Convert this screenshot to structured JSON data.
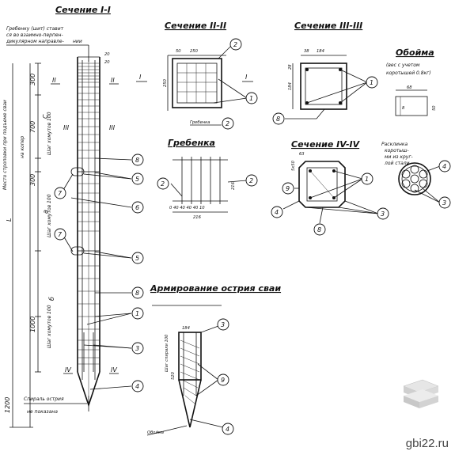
{
  "section_titles": {
    "s1": "Сечение I-I",
    "s2": "Сечение II-II",
    "s3": "Сечение III-III",
    "s4": "Сечение IV-IV",
    "comb": "Гребенка",
    "clip": "Обойма",
    "tip": "Армирование острия сваи"
  },
  "notes": {
    "comb_note_1": "Гребенку (шит) ставит",
    "comb_note_2": "ся во взаимно-перпен-",
    "comb_note_3": "дикулярном направле-",
    "comb_note_4": "нии",
    "sling_1": "Место строповки при подъеме сваи",
    "sling_2": "на копер",
    "spiral_1": "Спираль острия",
    "spiral_2": "не показана",
    "clip_1": "(вес с учетом",
    "clip_2": "коротышей 0.8кг)",
    "short_1": "Расклинка",
    "short_2": "коротыш-",
    "short_3": "ми из круг-",
    "short_4": "лой стали",
    "comb_label": "Гребенка",
    "clip_label": "Обойма"
  },
  "dims": {
    "d20a": "20",
    "d20b": "20",
    "d300": "300",
    "d700": "700",
    "step100a": "Шаг хомутов 100",
    "step_c": "С",
    "d300b": "300",
    "step100b": "Шаг хомутов 100",
    "d_a": "а",
    "step100c": "Шаг хомутов 100",
    "d1000": "1000",
    "d_b": "б",
    "d1200": "1200",
    "L": "L",
    "d250": "250",
    "d250b": "250",
    "d50": "50",
    "d68": "68",
    "d50b": "50",
    "d8": "8",
    "d216": "216",
    "d216b": "216",
    "d6": "6",
    "s38": "38",
    "s184": "184",
    "s28": "28",
    "s184b": "184",
    "s63": "63",
    "s5x50": "5х50",
    "s520": "520",
    "step_sp": "Шаг спирали 100",
    "s184c": "184",
    "comb_dims": "0 40 40 40 40 10",
    "roman_II": "II",
    "roman_III": "III",
    "roman_IV": "IV",
    "roman_I": "I"
  },
  "callouts": [
    "1",
    "2",
    "3",
    "4",
    "5",
    "6",
    "7",
    "8",
    "9"
  ],
  "watermark": "gbi22.ru"
}
